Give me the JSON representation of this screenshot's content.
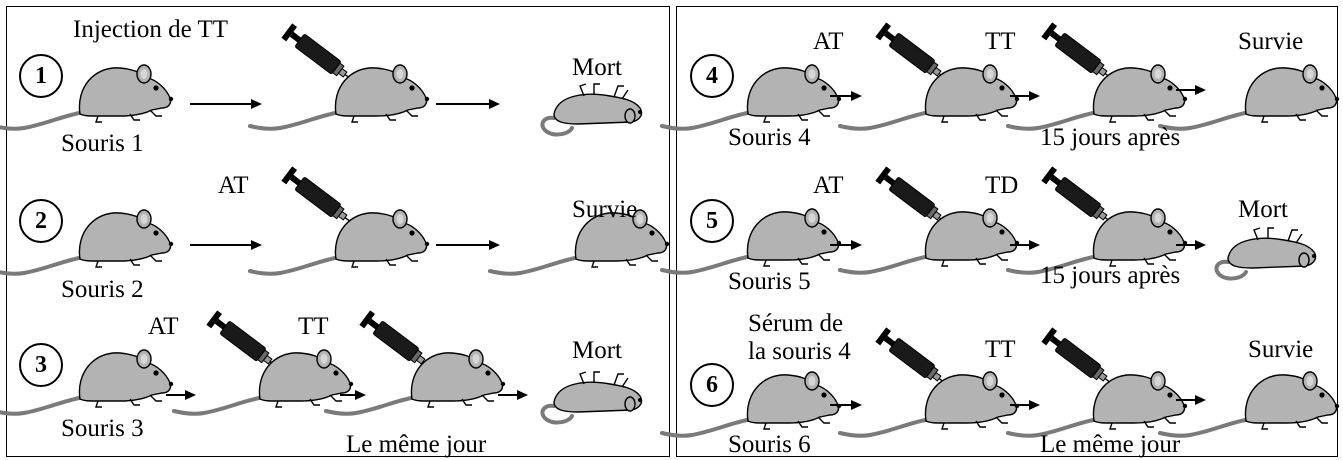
{
  "left_panel": {
    "rows": [
      {
        "number": "1",
        "mouse": "Souris 1",
        "steps": [
          "Injection de TT"
        ],
        "outcome": "Mort",
        "timing": ""
      },
      {
        "number": "2",
        "mouse": "Souris 2",
        "steps": [
          "AT"
        ],
        "outcome": "Survie",
        "timing": ""
      },
      {
        "number": "3",
        "mouse": "Souris 3",
        "steps": [
          "AT",
          "TT"
        ],
        "outcome": "Mort",
        "timing": "Le même jour"
      }
    ]
  },
  "right_panel": {
    "rows": [
      {
        "number": "4",
        "mouse": "Souris 4",
        "steps": [
          "AT",
          "TT"
        ],
        "outcome": "Survie",
        "timing": "15 jours après"
      },
      {
        "number": "5",
        "mouse": "Souris 5",
        "steps": [
          "AT",
          "TD"
        ],
        "outcome": "Mort",
        "timing": "15 jours après"
      },
      {
        "number": "6",
        "mouse": "Souris 6",
        "steps": [
          "Sérum de la souris 4",
          "TT"
        ],
        "outcome": "Survie",
        "timing": "Le même jour",
        "first_step_lines": [
          "Sérum de",
          "la souris 4"
        ]
      }
    ]
  },
  "colors": {
    "mouse_fill": "#b3b3b3",
    "outline": "#000000"
  },
  "icons": [
    "mouse-icon",
    "syringe-icon",
    "dead-mouse-icon",
    "arrow-icon"
  ]
}
